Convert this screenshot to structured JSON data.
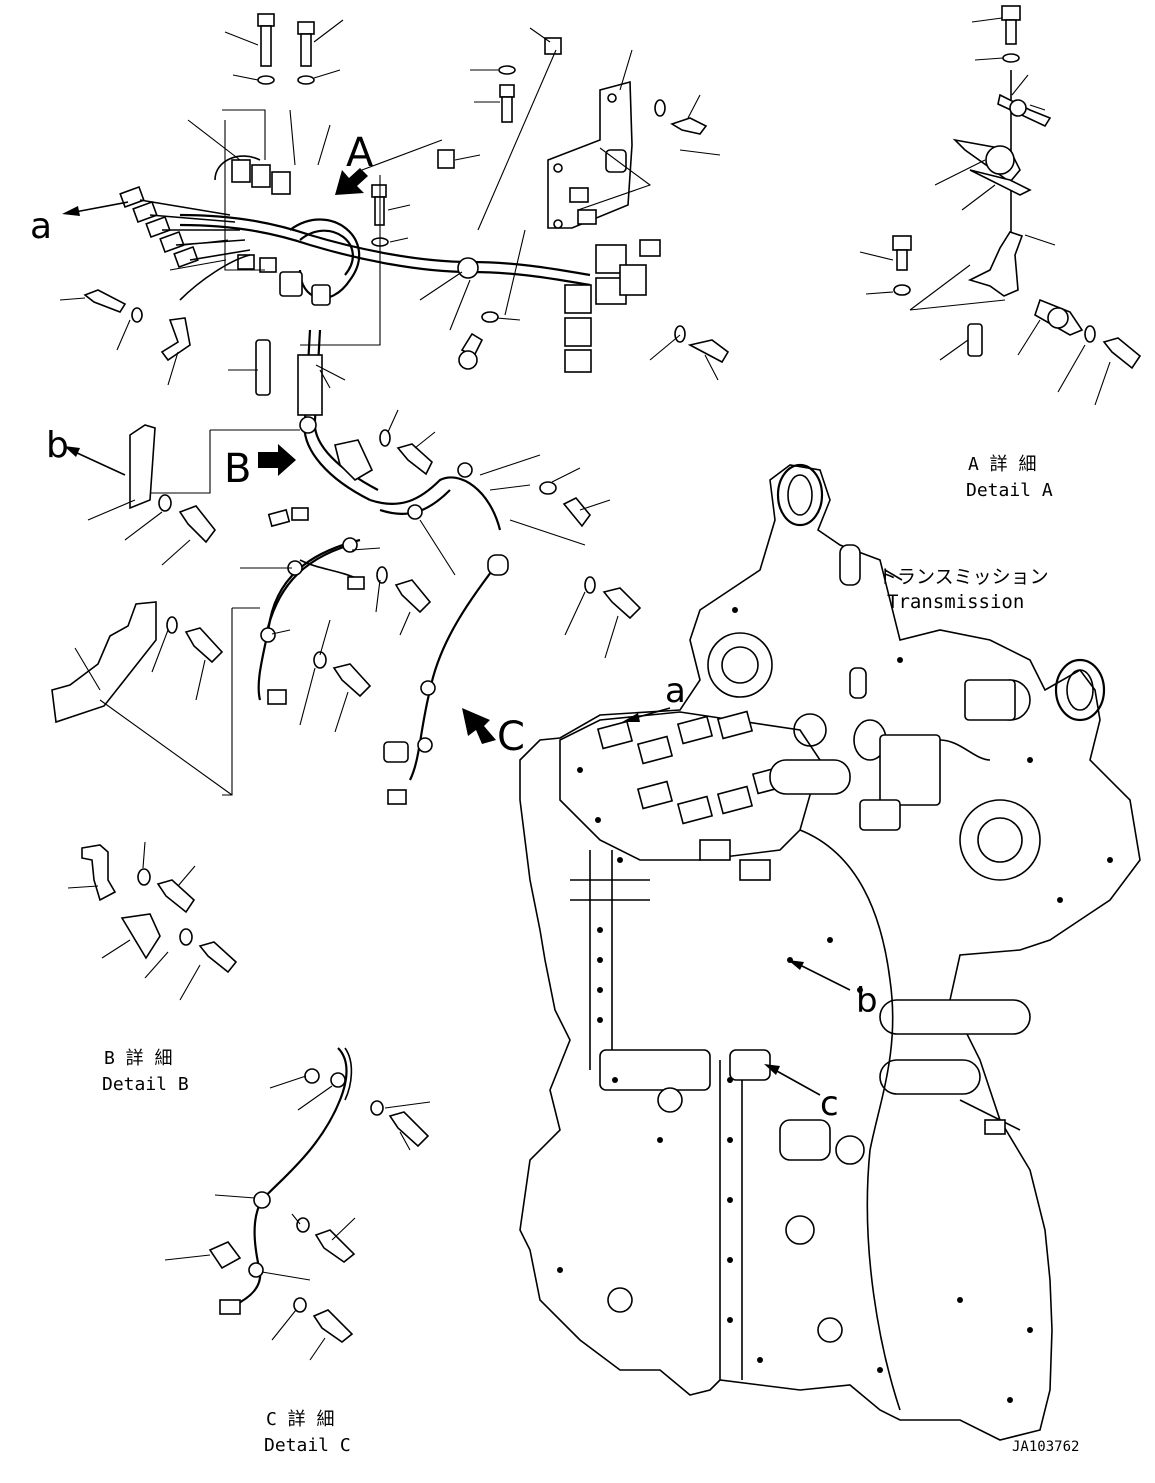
{
  "labels": {
    "callout_a": "a",
    "callout_b": "b",
    "callout_c": "c",
    "view_A": "A",
    "view_B": "B",
    "view_C": "C",
    "transmission_jp": "トランスミッション",
    "transmission_en": "Transmission",
    "detail_a_jp": "A 詳 細",
    "detail_a_en": "Detail A",
    "detail_b_jp": "B 詳 細",
    "detail_b_en": "Detail B",
    "detail_c_jp": "C 詳 細",
    "detail_c_en": "Detail C",
    "drawing_number": "JA103762"
  }
}
